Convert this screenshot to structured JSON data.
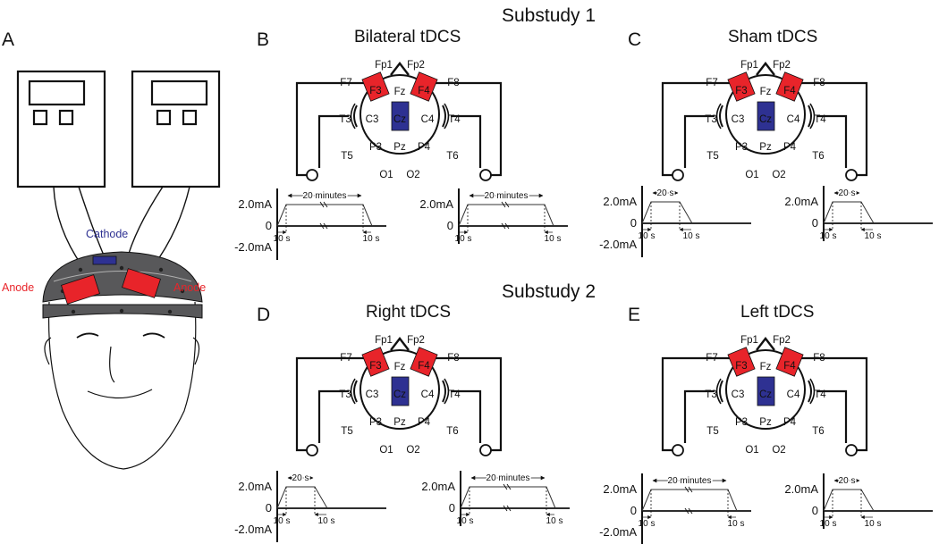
{
  "panel_letters": {
    "a": "A",
    "b": "B",
    "c": "C",
    "d": "D",
    "e": "E"
  },
  "substudies": {
    "s1": "Substudy 1",
    "s2": "Substudy 2"
  },
  "illustration": {
    "cathode": "Cathode",
    "anode_left": "Anode",
    "anode_right": "Anode"
  },
  "colors": {
    "anode": "#e8242a",
    "cathode": "#2e3192",
    "cap": "#58585a",
    "line": "#111111"
  },
  "electrodes": {
    "fp1": "Fp1",
    "fp2": "Fp2",
    "f7": "F7",
    "f8": "F8",
    "f3": "F3",
    "f4": "F4",
    "fz": "Fz",
    "t3": "T3",
    "t4": "T4",
    "c3": "C3",
    "cz": "Cz",
    "c4": "C4",
    "t5": "T5",
    "t6": "T6",
    "p3": "P3",
    "pz": "Pz",
    "p4": "P4",
    "o1": "O1",
    "o2": "O2"
  },
  "axis": {
    "pos": "2.0mA",
    "zero": "0",
    "neg": "-2.0mA"
  },
  "timing": {
    "ramp": "10 s",
    "long": "20 minutes",
    "short": "20 s"
  },
  "panels": {
    "b": {
      "title": "Bilateral tDCS"
    },
    "c": {
      "title": "Sham tDCS"
    },
    "d": {
      "title": "Right tDCS"
    },
    "e": {
      "title": "Left tDCS"
    }
  }
}
